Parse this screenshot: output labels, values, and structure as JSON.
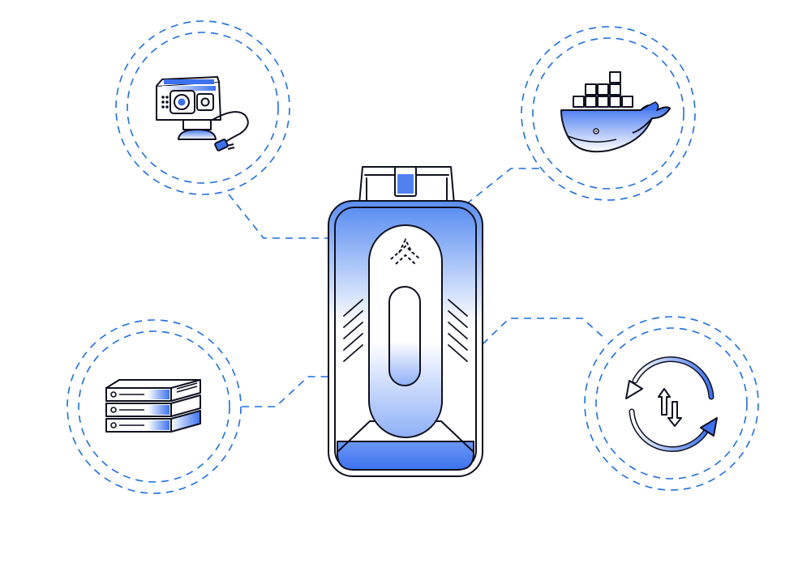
{
  "diagram": {
    "center_node": "obd-device",
    "satellites": [
      {
        "id": "camera",
        "icon": "camera-icon"
      },
      {
        "id": "docker",
        "icon": "docker-whale-icon"
      },
      {
        "id": "servers",
        "icon": "server-stack-icon"
      },
      {
        "id": "sync",
        "icon": "sync-arrows-icon"
      }
    ]
  },
  "colors": {
    "accent": "#1d6fe0",
    "gradient_top": "#4f82f0",
    "gradient_bottom": "#ffffff",
    "outline": "#0f1020"
  }
}
